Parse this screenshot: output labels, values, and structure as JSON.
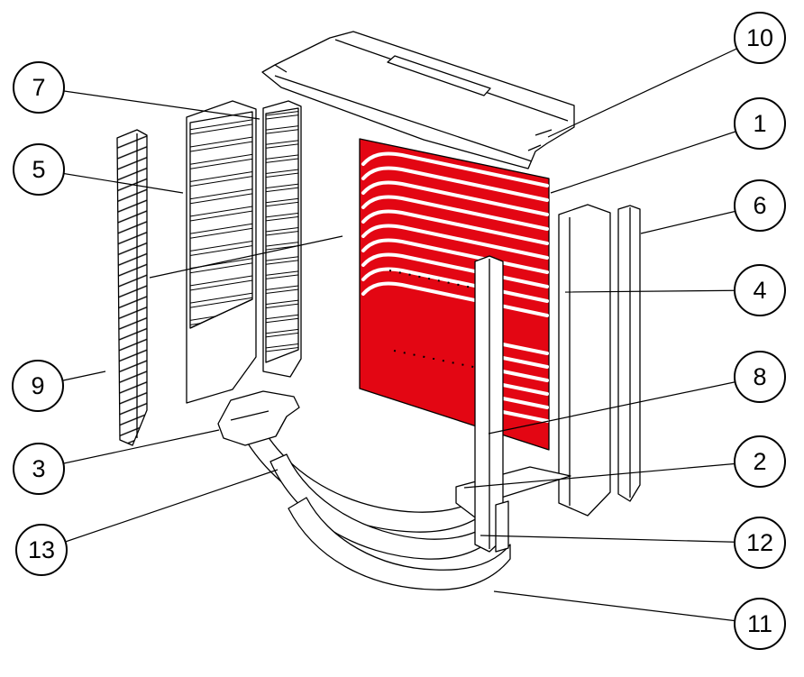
{
  "colors": {
    "highlight_red": "#e30613",
    "outline": "#000000",
    "background": "#ffffff"
  },
  "callouts": [
    {
      "label": "1"
    },
    {
      "label": "2"
    },
    {
      "label": "3"
    },
    {
      "label": "4"
    },
    {
      "label": "5"
    },
    {
      "label": "6"
    },
    {
      "label": "7"
    },
    {
      "label": "8"
    },
    {
      "label": "9"
    },
    {
      "label": "10"
    },
    {
      "label": "11"
    },
    {
      "label": "12"
    },
    {
      "label": "13"
    }
  ]
}
